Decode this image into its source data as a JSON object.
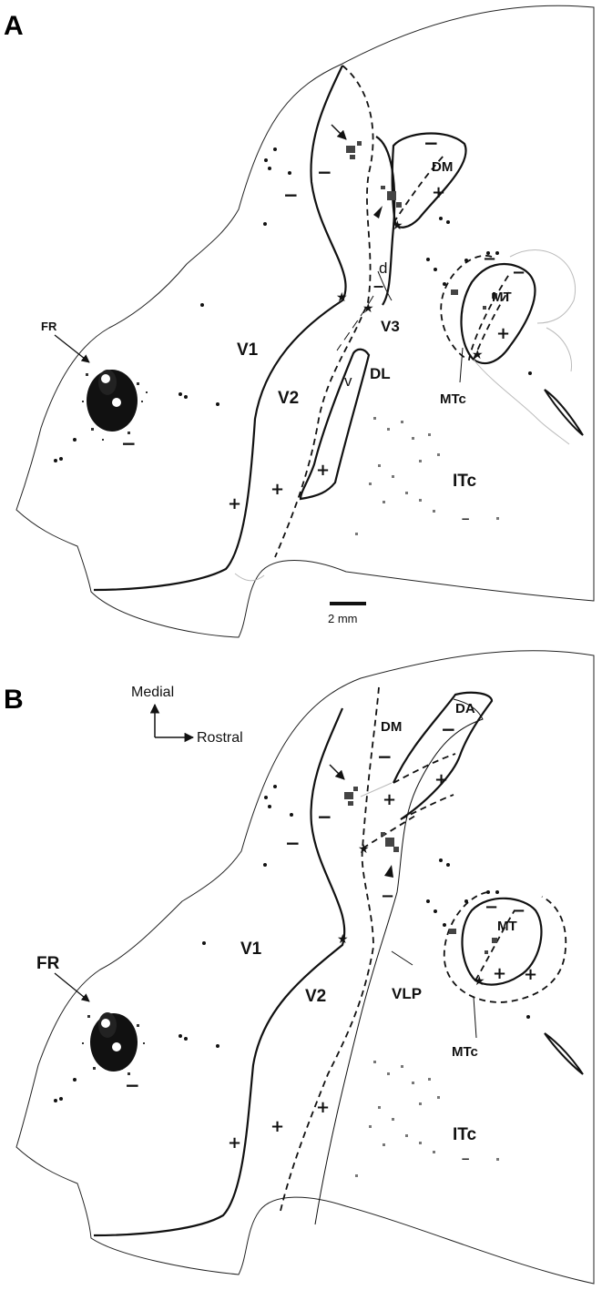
{
  "panels": [
    {
      "id": "A",
      "panel_label": "A",
      "areas": {
        "v1": "V1",
        "v2": "V2",
        "v3": "V3",
        "dm": "DM",
        "dl": "DL",
        "mt": "MT",
        "mtc": "MTc",
        "itc": "ITc",
        "fr": "FR"
      },
      "markers": {
        "d": "d",
        "v": "v"
      },
      "scale_bar": "2 mm",
      "plus": "+",
      "minus": "−"
    },
    {
      "id": "B",
      "panel_label": "B",
      "areas": {
        "v1": "V1",
        "v2": "V2",
        "dm": "DM",
        "da": "DA",
        "vlp": "VLP",
        "mt": "MT",
        "mtc": "MTc",
        "itc": "ITc",
        "fr": "FR"
      },
      "orientation": {
        "medial": "Medial",
        "rostral": "Rostral"
      },
      "plus": "+",
      "minus": "−"
    }
  ],
  "colors": {
    "ink": "#111111",
    "faint": "#bbbbbb",
    "label_bg": "#ffffff"
  }
}
